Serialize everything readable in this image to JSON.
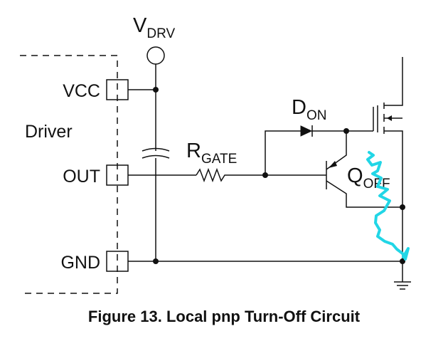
{
  "diagram": {
    "supply": {
      "main": "V",
      "sub": "DRV"
    },
    "driver_label": "Driver",
    "pins": {
      "vcc": "VCC",
      "out": "OUT",
      "gnd": "GND"
    },
    "resistor": {
      "main": "R",
      "sub": "GATE"
    },
    "diode": {
      "main": "D",
      "sub": "ON"
    },
    "transistor": {
      "main": "Q",
      "sub": "OFF"
    },
    "annotation_color": "#21d6e6"
  },
  "caption": "Figure 13. Local pnp Turn-Off Circuit"
}
